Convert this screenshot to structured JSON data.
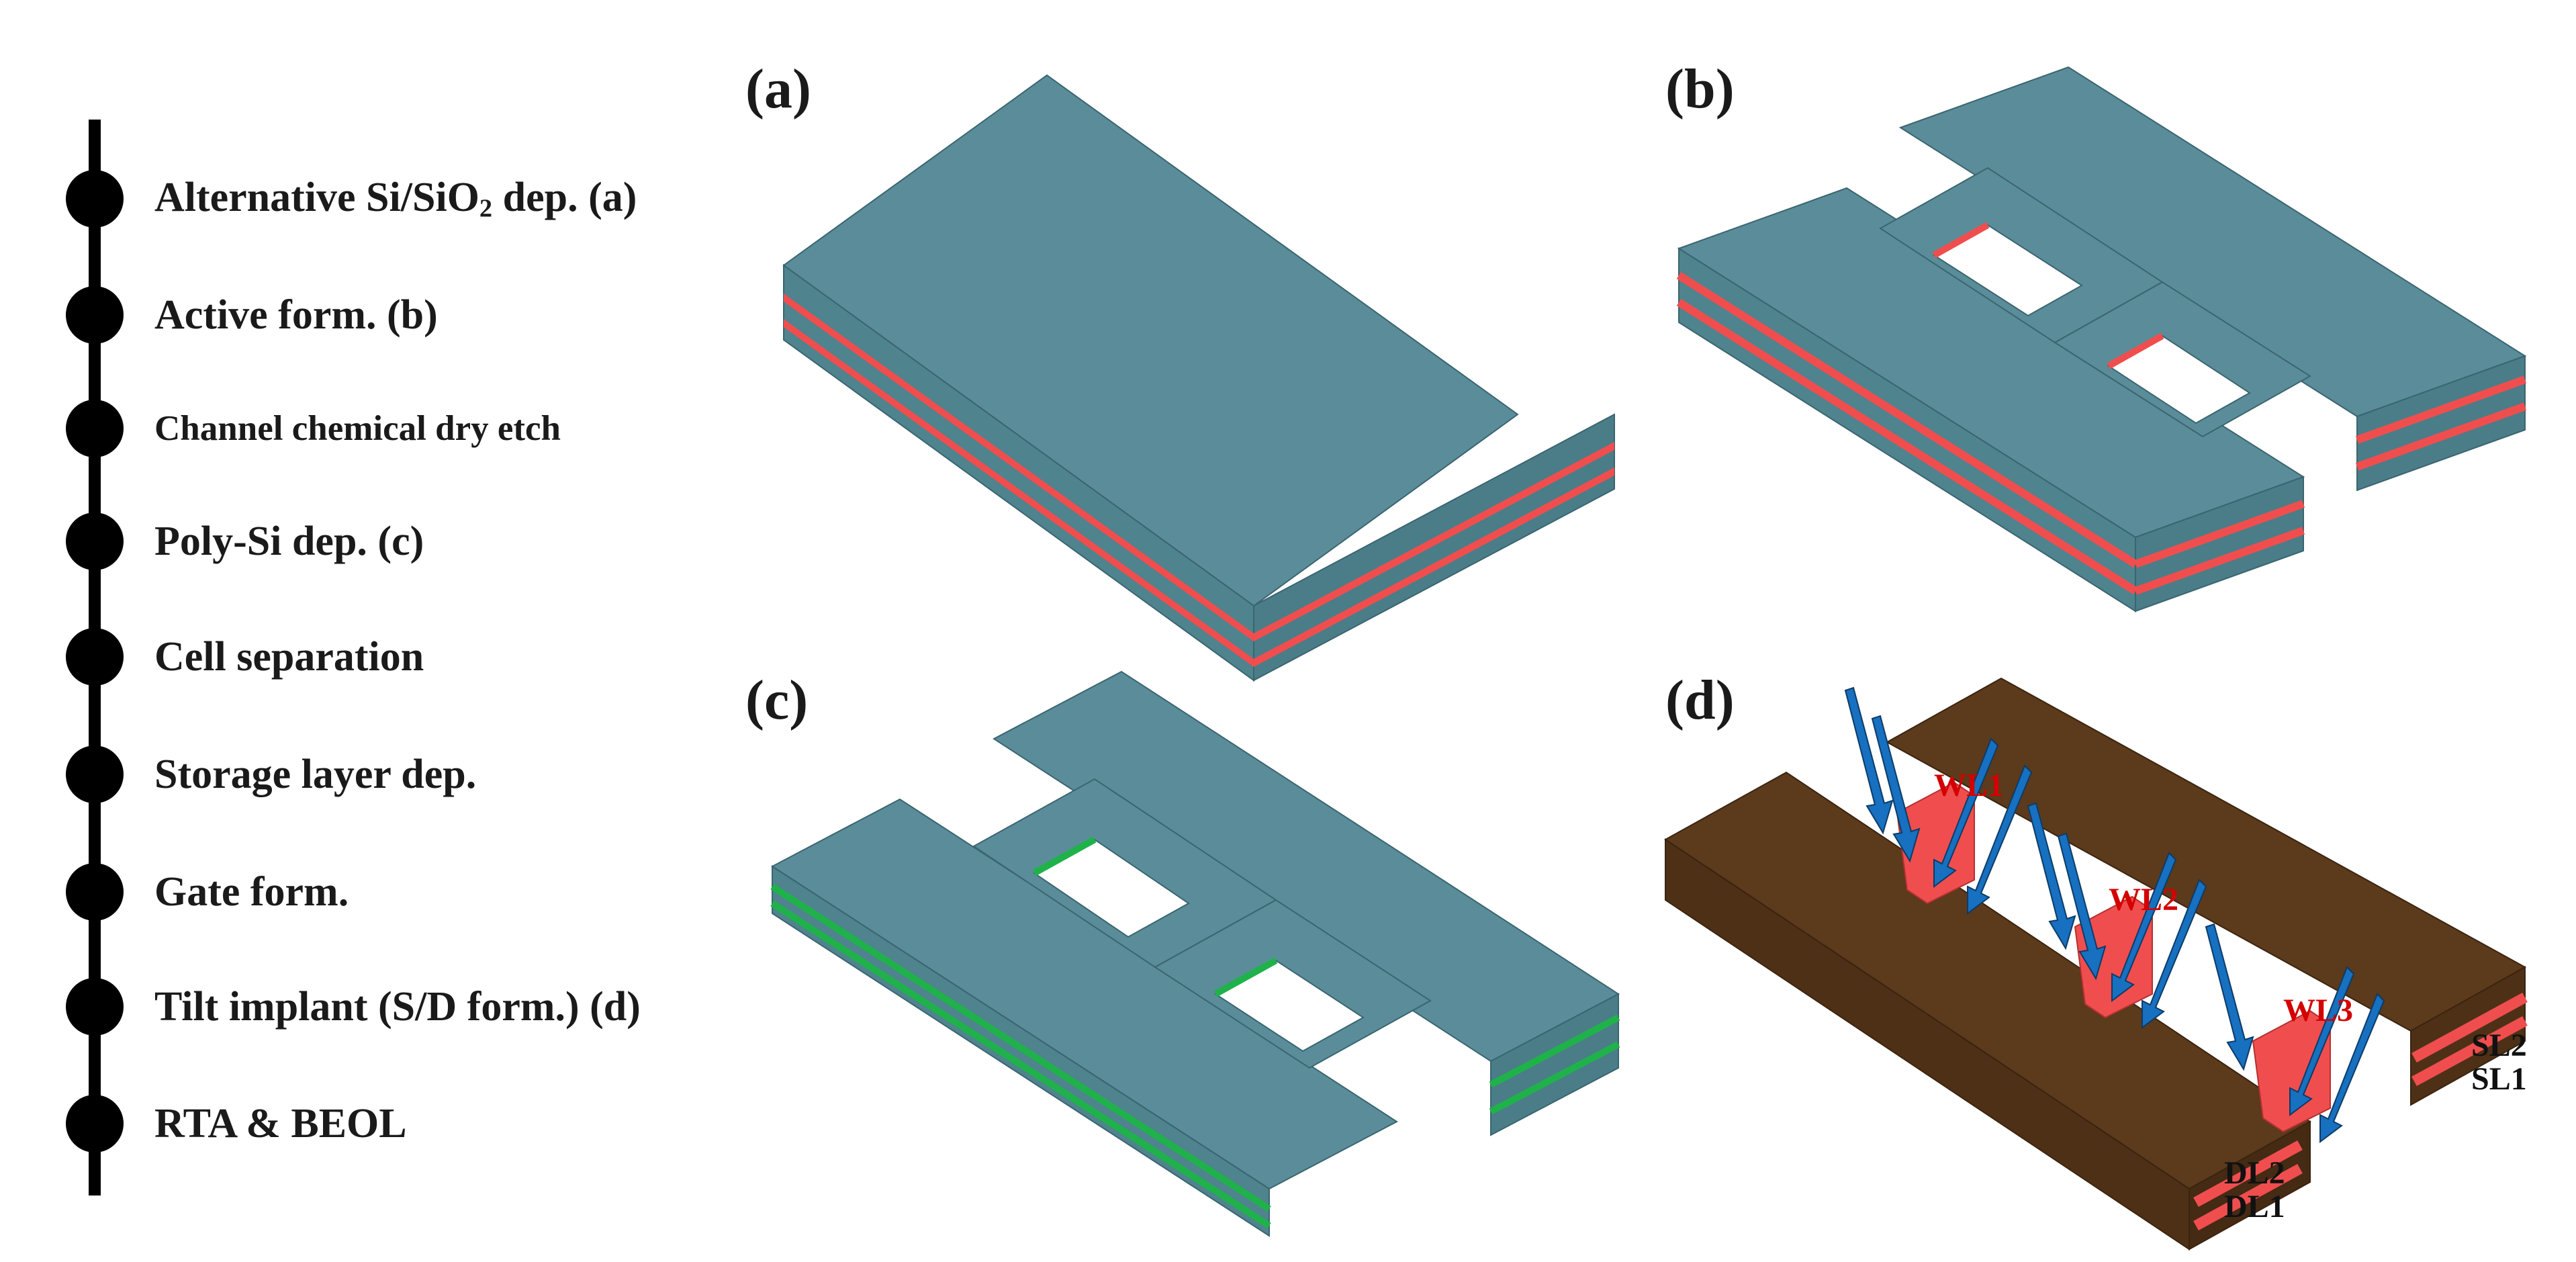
{
  "process_flow": {
    "steps": [
      {
        "label": "Alternative Si/SiO",
        "sub": "2",
        "label_end": " dep. (a)"
      },
      {
        "label": "Active form. (b)"
      },
      {
        "label": "Channel chemical dry etch"
      },
      {
        "label": "Poly-Si dep. (c)"
      },
      {
        "label": "Cell separation"
      },
      {
        "label": "Storage layer dep."
      },
      {
        "label": "Gate form."
      },
      {
        "label": "Tilt implant (S/D form.) (d)"
      },
      {
        "label": "RTA & BEOL"
      }
    ]
  },
  "panels": {
    "a": {
      "letter": "(a)"
    },
    "b": {
      "letter": "(b)"
    },
    "c": {
      "letter": "(c)"
    },
    "d": {
      "letter": "(d)",
      "wl1": "WL1",
      "wl2": "WL2",
      "wl3": "WL3",
      "sl2": "SL2",
      "sl1": "SL1",
      "dl2": "DL2",
      "dl1": "DL1"
    }
  },
  "colors": {
    "oxide": "#528a96",
    "silicon_red": "#f04e4e",
    "silicon_green": "#1fb24a",
    "gate_brown": "#5c3a1c",
    "implant_arrow": "#1770c0"
  }
}
